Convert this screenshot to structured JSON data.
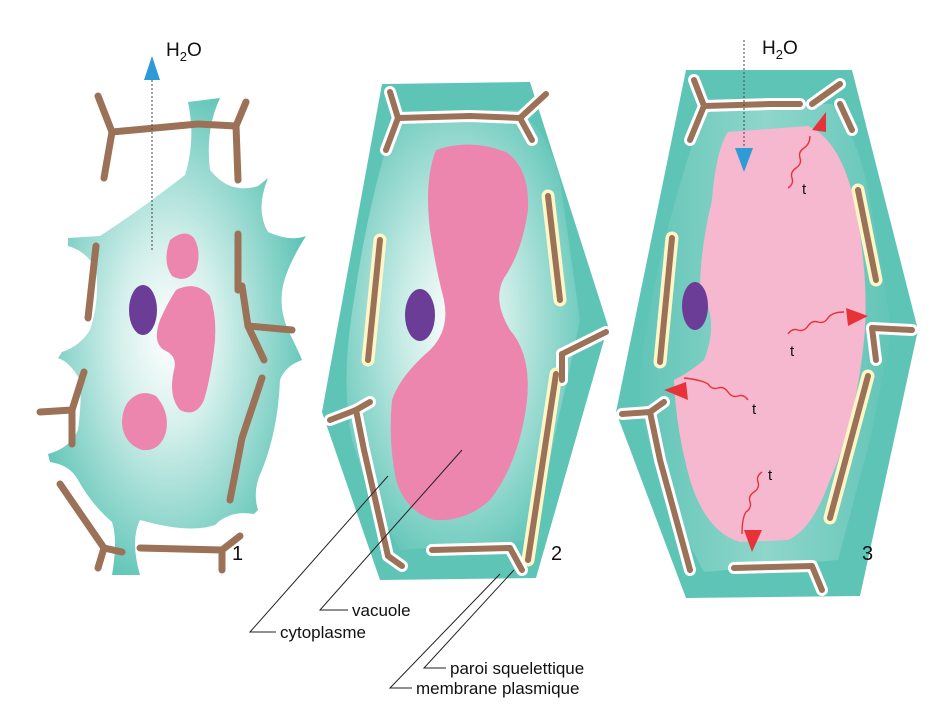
{
  "cells": [
    {
      "number": "1",
      "water": "H2O"
    },
    {
      "number": "2"
    },
    {
      "number": "3",
      "water": "H2O",
      "arrow_label": "t"
    }
  ],
  "labels": {
    "vacuole": "vacuole",
    "cytoplasme": "cytoplasme",
    "paroi": "paroi squelettique",
    "membrane": "membrane plasmique"
  },
  "colors": {
    "cytoplasm": "#5ec4b6",
    "vacuole_dense": "#ec86ae",
    "vacuole_light": "#f6b8cf",
    "nucleus": "#6b3d97",
    "wall": "#9b7257",
    "membrane_gap": "#fff6c8",
    "water_arrow": "#2e9ad6",
    "turgor_arrow": "#e8323a"
  }
}
